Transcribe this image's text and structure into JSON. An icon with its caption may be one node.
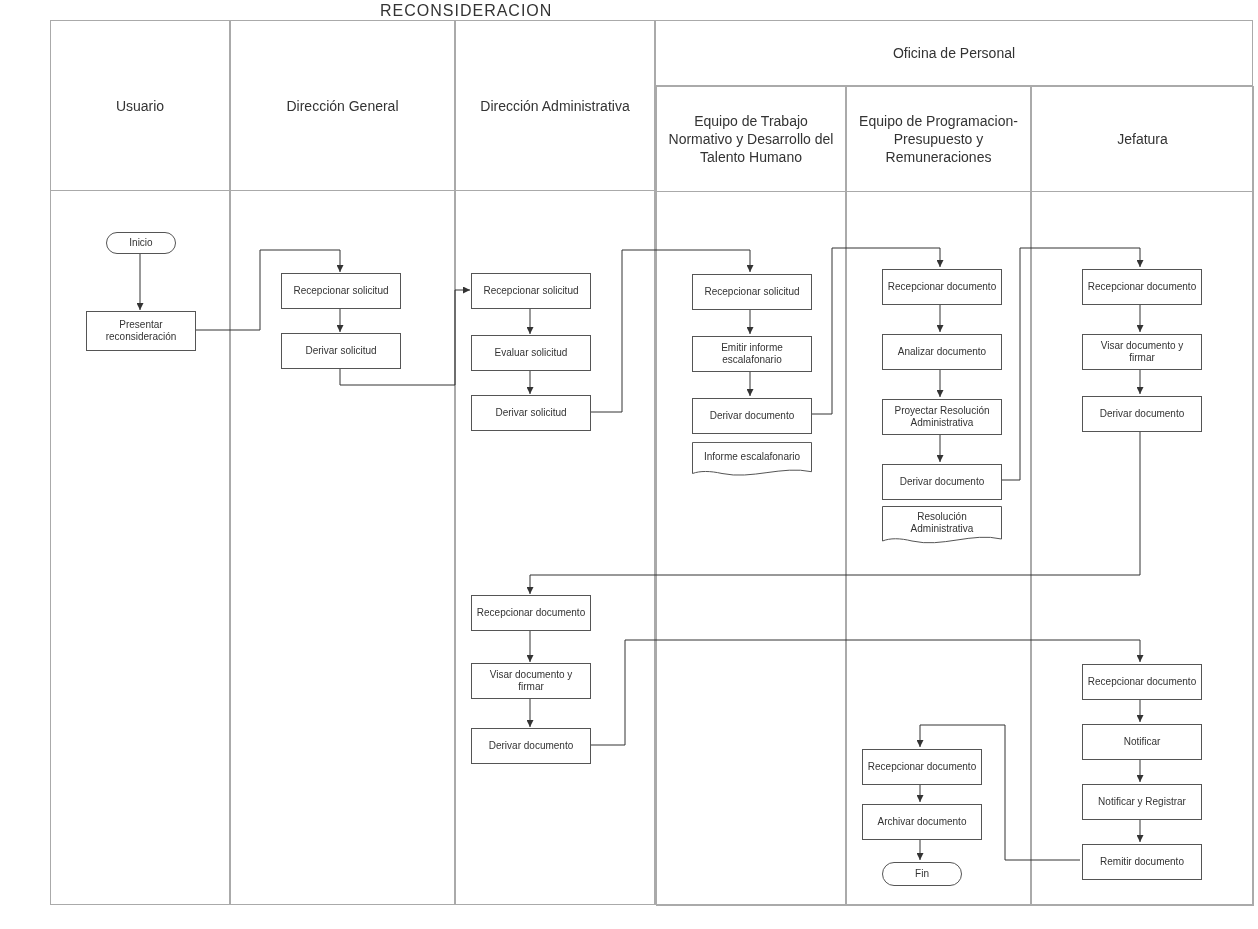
{
  "diagram": {
    "title": "RECONSIDERACION",
    "nodes": [
      {
        "text": [
          "Usuario"
        ]
      },
      {
        "text": [
          "Dirección General"
        ]
      },
      {
        "text": [
          "Dirección Administrativa"
        ]
      },
      {
        "text": [
          "Oficina de Personal"
        ]
      },
      {
        "text": [
          "Equipo de Trabajo Normativo y Desarrollo del Talento Humano"
        ],
        "in": 3
      },
      {
        "text": [
          "Equipo de Programacion- Presupuesto y Remuneraciones"
        ],
        "in": 3
      },
      {
        "text": [
          "Jefatura"
        ],
        "in": 3
      },
      {
        "text": [
          "Inicio"
        ],
        "in": 0
      },
      {
        "text": [
          "Presentar reconsideración"
        ],
        "in": 0
      },
      {
        "text": [
          "Recepcionar solicitud"
        ],
        "in": 1
      },
      {
        "text": [
          "Derivar solicitud"
        ],
        "in": 1
      },
      {
        "text": [
          "Recepcionar solicitud"
        ],
        "in": 2
      },
      {
        "text": [
          "Evaluar solicitud"
        ],
        "in": 2
      },
      {
        "text": [
          "Derivar solicitud"
        ],
        "in": 2
      },
      {
        "text": [
          "Recepcionar solicitud"
        ],
        "in": 4
      },
      {
        "text": [
          "Emitir informe escalafonario"
        ],
        "in": 4
      },
      {
        "text": [
          "Derivar documento"
        ],
        "in": 4
      },
      {
        "text": [
          "Informe escalafonario"
        ],
        "in": 4
      },
      {
        "text": [
          "Recepcionar documento"
        ],
        "in": 5
      },
      {
        "text": [
          "Analizar documento"
        ],
        "in": 5
      },
      {
        "text": [
          "Proyectar Resolución Administrativa"
        ],
        "in": 5
      },
      {
        "text": [
          "Derivar documento"
        ],
        "in": 5
      },
      {
        "text": [
          "Resolución Administrativa"
        ],
        "in": 5
      },
      {
        "text": [
          "Recepcionar documento"
        ],
        "in": 6
      },
      {
        "text": [
          "Visar documento y firmar"
        ],
        "in": 6
      },
      {
        "text": [
          "Derivar documento"
        ],
        "in": 6
      },
      {
        "text": [
          "Recepcionar documento"
        ],
        "in": 2
      },
      {
        "text": [
          "Visar documento y firmar"
        ],
        "in": 2
      },
      {
        "text": [
          "Derivar documento"
        ],
        "in": 2
      },
      {
        "text": [
          "Recepcionar documento"
        ],
        "in": 6
      },
      {
        "text": [
          "Notificar"
        ],
        "in": 6
      },
      {
        "text": [
          "Notificar y Registrar"
        ],
        "in": 6
      },
      {
        "text": [
          "Remitir documento"
        ],
        "in": 6
      },
      {
        "text": [
          "Recepcionar documento"
        ],
        "in": 5
      },
      {
        "text": [
          "Archivar documento"
        ],
        "in": 5
      },
      {
        "text": [
          "Fin"
        ],
        "in": 5
      }
    ],
    "edges": [
      {
        "from": 7,
        "to": 8,
        "arrow": "to"
      },
      {
        "from": 8,
        "to": 9,
        "arrow": "to"
      },
      {
        "from": 9,
        "to": 10,
        "arrow": "to"
      },
      {
        "from": 10,
        "to": 11,
        "arrow": "to"
      },
      {
        "from": 11,
        "to": 12,
        "arrow": "to"
      },
      {
        "from": 12,
        "to": 13,
        "arrow": "to"
      },
      {
        "from": 13,
        "to": 14,
        "arrow": "to"
      },
      {
        "from": 14,
        "to": 15,
        "arrow": "to"
      },
      {
        "from": 15,
        "to": 16,
        "arrow": "to"
      },
      {
        "from": 16,
        "to": 18,
        "arrow": "to"
      },
      {
        "from": 18,
        "to": 19,
        "arrow": "to"
      },
      {
        "from": 19,
        "to": 20,
        "arrow": "to"
      },
      {
        "from": 20,
        "to": 21,
        "arrow": "to"
      },
      {
        "from": 21,
        "to": 23,
        "arrow": "to"
      },
      {
        "from": 23,
        "to": 24,
        "arrow": "to"
      },
      {
        "from": 24,
        "to": 25,
        "arrow": "to"
      },
      {
        "from": 25,
        "to": 26,
        "arrow": "to"
      },
      {
        "from": 26,
        "to": 27,
        "arrow": "to"
      },
      {
        "from": 27,
        "to": 28,
        "arrow": "to"
      },
      {
        "from": 28,
        "to": 29,
        "arrow": "to"
      },
      {
        "from": 29,
        "to": 30,
        "arrow": "to"
      },
      {
        "from": 30,
        "to": 31,
        "arrow": "to"
      },
      {
        "from": 31,
        "to": 32,
        "arrow": "to"
      },
      {
        "from": 32,
        "to": 33,
        "arrow": "to"
      },
      {
        "from": 33,
        "to": 34,
        "arrow": "to"
      },
      {
        "from": 34,
        "to": 35,
        "arrow": "to"
      }
    ]
  }
}
